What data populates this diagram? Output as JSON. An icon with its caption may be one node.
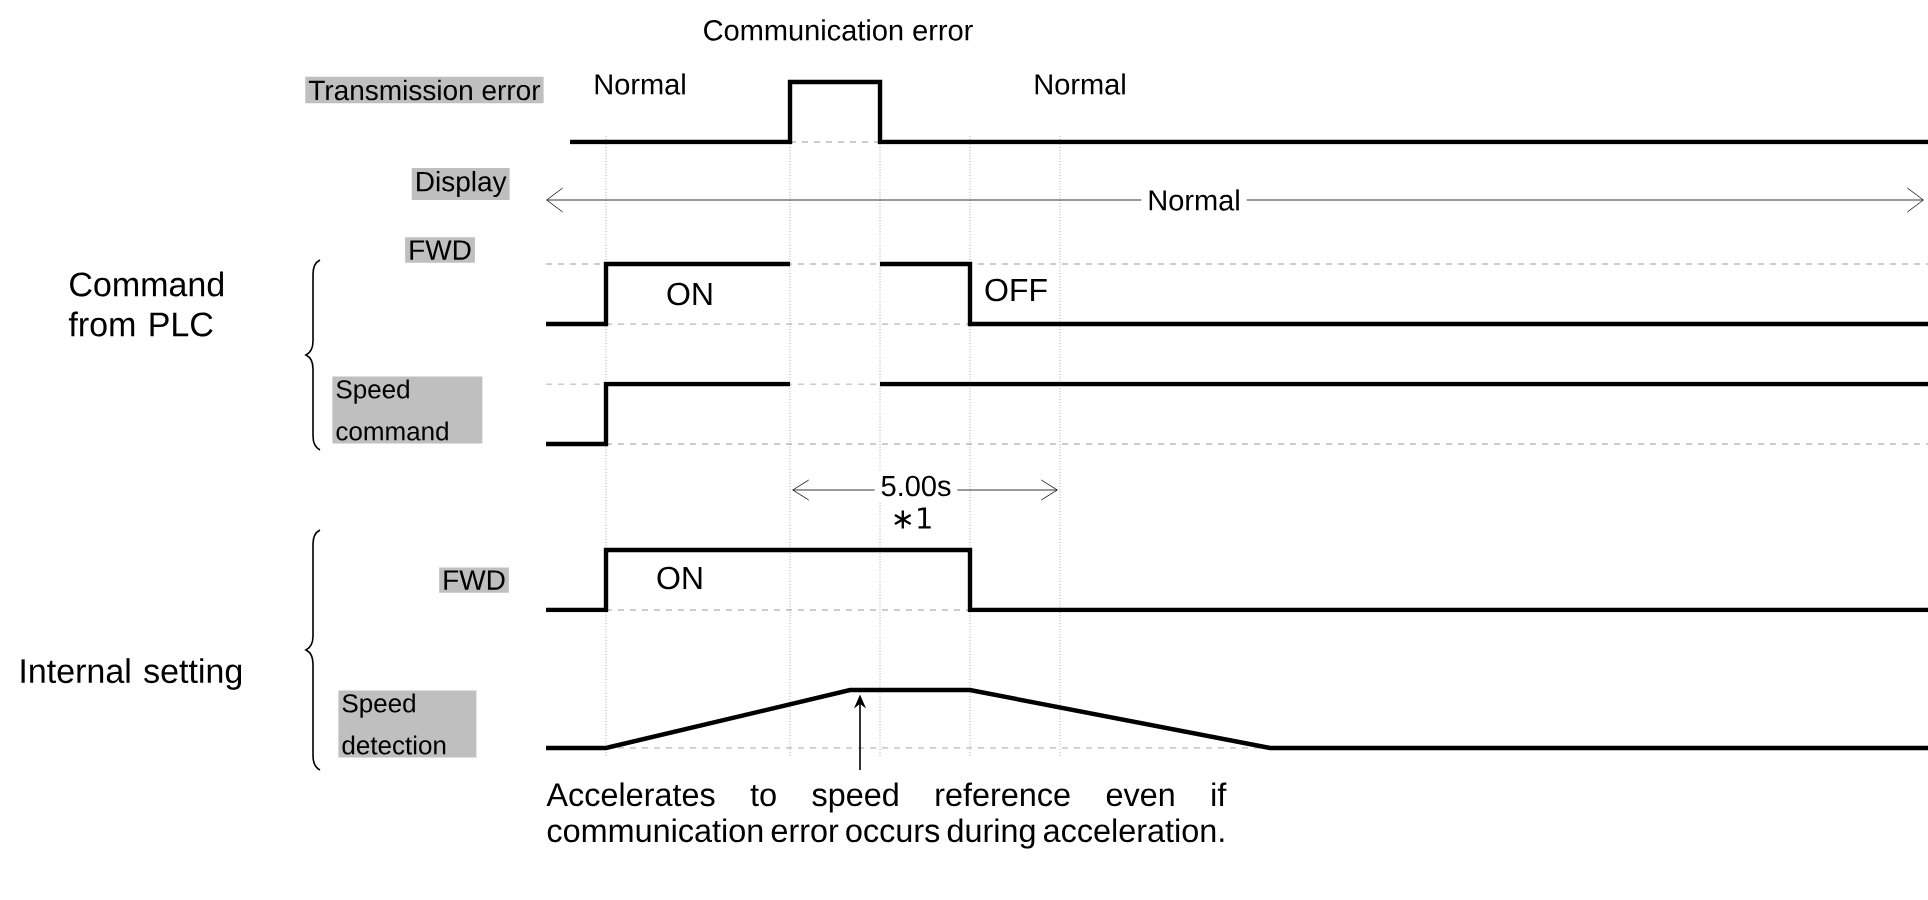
{
  "diagram": {
    "nodes": [
      {
        "text": [
          "Transmission error"
        ]
      },
      {
        "text": [
          "Display"
        ]
      },
      {
        "text": [
          "FWD"
        ]
      },
      {
        "text": [
          "Speed command"
        ]
      },
      {
        "text": [
          "FWD"
        ]
      },
      {
        "text": [
          "Speed detection"
        ]
      },
      {
        "text": [
          "Accelerates to speed reference even if communication error occurs during acceleration."
        ]
      },
      {
        "text": [],
        "shape": "picture"
      }
    ],
    "edges": [
      {
        "from": 6,
        "to": 7,
        "arrow": "to"
      }
    ],
    "labels": [
      "Communication error",
      "Normal",
      "Normal",
      "Normal",
      "Command from PLC",
      "ON",
      "OFF",
      "5.00s",
      "∗1",
      "Internal setting",
      "ON"
    ]
  }
}
